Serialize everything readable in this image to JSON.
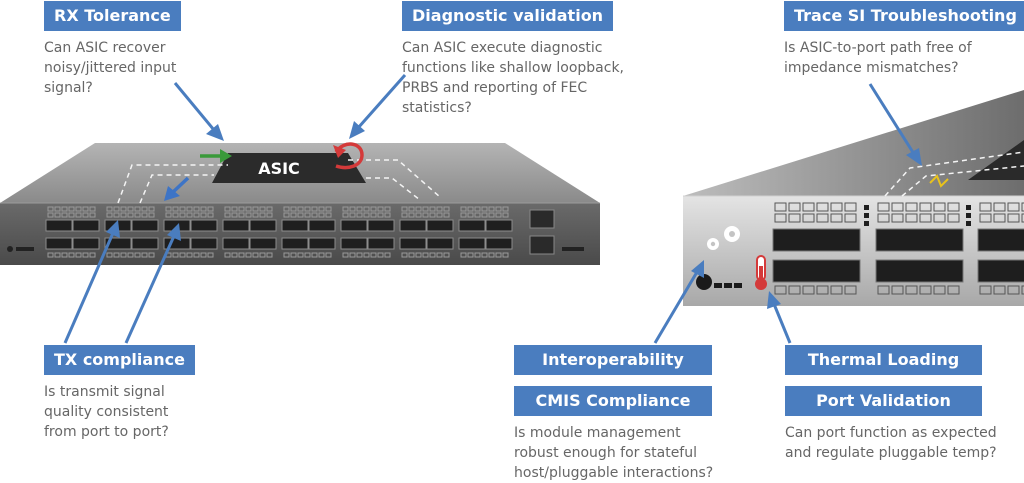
{
  "labels": {
    "rx_tolerance": "RX Tolerance",
    "diagnostic_validation": "Diagnostic validation",
    "trace_si": "Trace SI Troubleshooting",
    "tx_compliance": "TX compliance",
    "interoperability": "Interoperability",
    "cmis_compliance": "CMIS Compliance",
    "thermal_loading": "Thermal Loading",
    "port_validation": "Port Validation",
    "asic": "ASIC"
  },
  "descriptions": {
    "rx_tolerance": [
      "Can ASIC recover",
      "noisy/jittered input",
      "signal?"
    ],
    "diagnostic_validation": [
      "Can ASIC execute diagnostic",
      "functions like shallow loopback,",
      "PRBS and reporting of FEC",
      "statistics?"
    ],
    "trace_si": [
      "Is ASIC-to-port path free of",
      "impedance mismatches?"
    ],
    "tx_compliance": [
      "Is transmit signal",
      "quality consistent",
      "from port to port?"
    ],
    "cmis_compliance": [
      "Is module management",
      "robust enough for stateful",
      "host/pluggable interactions?"
    ],
    "port_validation": [
      "Can port function as expected",
      "and regulate pluggable temp?"
    ]
  },
  "colors": {
    "accent": "#4a7dbf",
    "text": "#666666",
    "chassis": "#5f5f5f",
    "green_arrow": "#3a9a3a",
    "red_arrow": "#d43a3a",
    "spark": "#e8c21c"
  }
}
